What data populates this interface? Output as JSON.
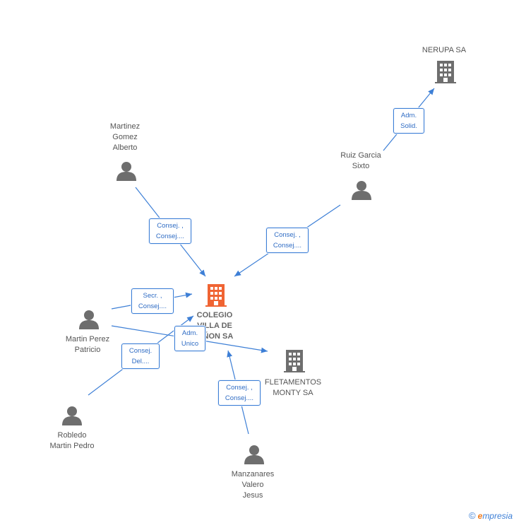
{
  "nodes": {
    "nerupa": {
      "label": "NERUPA SA"
    },
    "martinez": {
      "label": "Martinez\nGomez\nAlberto"
    },
    "ruiz": {
      "label": "Ruiz Garcia\nSixto"
    },
    "colegio": {
      "label": "COLEGIO\nVILLA DE\nTIÑON SA"
    },
    "martin_perez": {
      "label": "Martin Perez\nPatricio"
    },
    "fletamentos": {
      "label": "FLETAMENTOS\nMONTY SA"
    },
    "robledo": {
      "label": "Robledo\nMartin Pedro"
    },
    "manzanares": {
      "label": "Manzanares\nValero\nJesus"
    }
  },
  "edges": {
    "ruiz_nerupa": "Adm.\nSolid.",
    "martinez_colegio": "Consej. ,\nConsej....",
    "ruiz_colegio": "Consej. ,\nConsej....",
    "martin_colegio": "Secr. ,\nConsej....",
    "martin_fletamentos": "Adm.\nUnico",
    "robledo_colegio": "Consej.\nDel....",
    "manzanares_colegio": "Consej. ,\nConsej...."
  },
  "footer": {
    "copyright": "©",
    "brand_e": "e",
    "brand_rest": "mpresia"
  },
  "colors": {
    "edge": "#3d7fd6",
    "main_company": "#f06433",
    "company": "#6e6e6e",
    "person": "#6e6e6e"
  }
}
